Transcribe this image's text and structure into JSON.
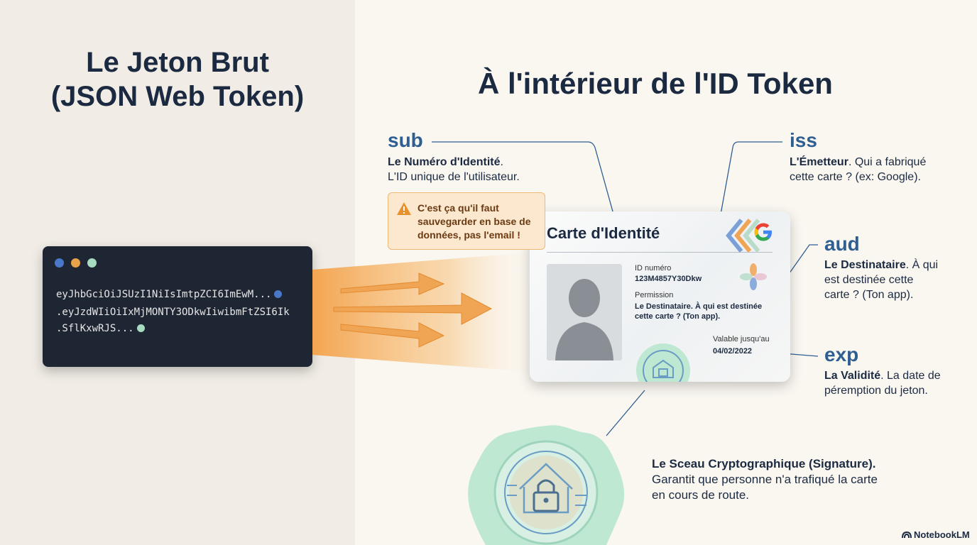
{
  "left": {
    "title_line1": "Le Jeton Brut",
    "title_line2": "(JSON Web Token)",
    "code_line1": "eyJhbGciOiJSUzI1NiIsImtpZCI6ImEwM...",
    "code_line2": ".eyJzdWIiOiIxMjMONTY3ODkwIiwibmFtZSI6Ik",
    "code_line3": ".SflKxwRJS..."
  },
  "right": {
    "title": "À l'intérieur de l'ID Token"
  },
  "card": {
    "title": "Carte d'Identité",
    "id_label": "ID numéro",
    "id_value": "123M4857Y30Dkw",
    "permission_label": "Permission",
    "permission_value_line1": "Le Destinataire. À qui est destinée",
    "permission_value_line2": "cette carte ? (Ton app).",
    "validity_label": "Valable jusqu'au",
    "validity_value": "04/02/2022"
  },
  "badge": {
    "line1": "C'est ça qu'il faut",
    "line2": "sauvegarder en base de",
    "line3": "données, pas l'email !"
  },
  "claims": {
    "sub": {
      "key": "sub",
      "bold": "Le Numéro d'Identité",
      "after": ".",
      "line2": "L'ID unique de l'utilisateur."
    },
    "iss": {
      "key": "iss",
      "bold": "L'Émetteur",
      "after": ". Qui a fabriqué",
      "line2": "cette carte ? (ex: Google)."
    },
    "aud": {
      "key": "aud",
      "bold": "Le Destinataire",
      "after": ". À qui",
      "line2": "est destinée cette",
      "line3": "carte ? (Ton app)."
    },
    "exp": {
      "key": "exp",
      "bold": "La Validité",
      "after": ". La date de",
      "line2": "péremption du jeton."
    }
  },
  "signature": {
    "line1": "Le Sceau Cryptographique (Signature).",
    "line2": "Garantit que personne n'a trafiqué la carte",
    "line3": "en cours de route."
  },
  "footer": {
    "brand": "NotebookLM"
  },
  "colors": {
    "navy": "#1b2a41",
    "claim_blue": "#2f5f92",
    "terminal_bg": "#1f2633",
    "badge_bg": "#fbe8cf",
    "badge_border": "#eeb877",
    "arrow_orange": "#f0a555",
    "seal_green": "#bfe8d3"
  }
}
